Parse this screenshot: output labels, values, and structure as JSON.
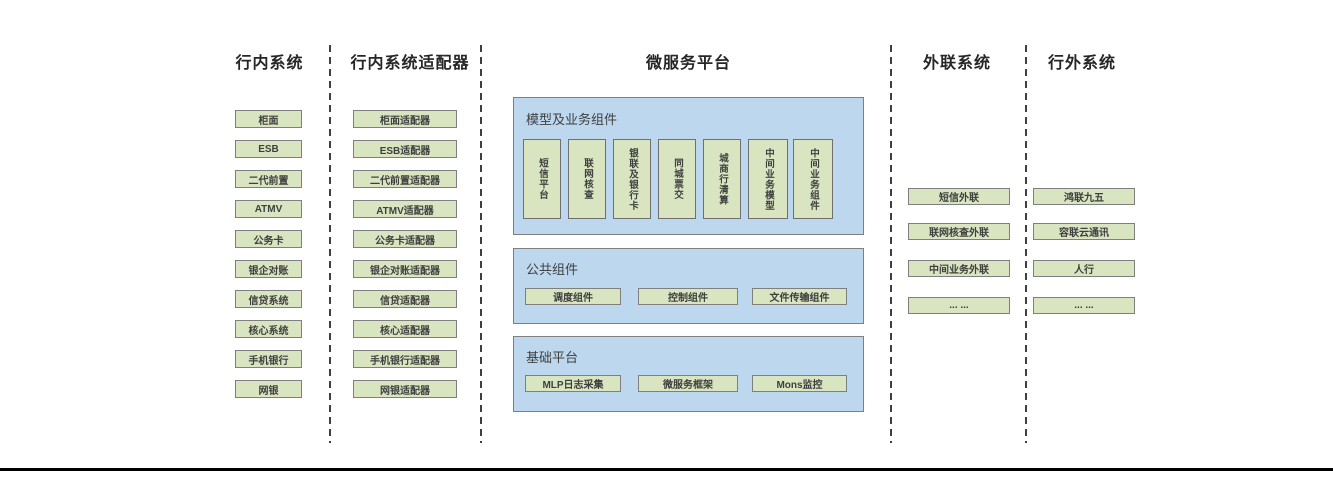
{
  "columns": {
    "inbank": {
      "title": "行内系统",
      "items": [
        "柜面",
        "ESB",
        "二代前置",
        "ATMV",
        "公务卡",
        "银企对账",
        "信贷系统",
        "核心系统",
        "手机银行",
        "网银"
      ]
    },
    "adapters": {
      "title": "行内系统适配器",
      "items": [
        "柜面适配器",
        "ESB适配器",
        "二代前置适配器",
        "ATMV适配器",
        "公务卡适配器",
        "银企对账适配器",
        "信贷适配器",
        "核心适配器",
        "手机银行适配器",
        "网银适配器"
      ]
    },
    "platform": {
      "title": "微服务平台",
      "model_section": {
        "label": "模型及业务组件",
        "items": [
          "短信平台",
          "联网核查",
          "银联及银行卡",
          "同城票交",
          "城商行清算",
          "中间业务模型",
          "中间业务组件"
        ]
      },
      "public_section": {
        "label": "公共组件",
        "items": [
          "调度组件",
          "控制组件",
          "文件传输组件"
        ]
      },
      "base_section": {
        "label": "基础平台",
        "items": [
          "MLP日志采集",
          "微服务框架",
          "Mons监控"
        ]
      }
    },
    "external": {
      "title": "外联系统",
      "items": [
        "短信外联",
        "联网核查外联",
        "中间业务外联",
        "... ..."
      ]
    },
    "outside": {
      "title": "行外系统",
      "items": [
        "鸿联九五",
        "容联云通讯",
        "人行",
        "... ..."
      ]
    }
  },
  "colors": {
    "box_fill": "#d9e5c1",
    "box_border": "#7f7f7f",
    "panel_fill": "#bdd7ee",
    "panel_border": "#7f7f7f",
    "divider": "#3f3f3f",
    "baseline": "#000000"
  }
}
